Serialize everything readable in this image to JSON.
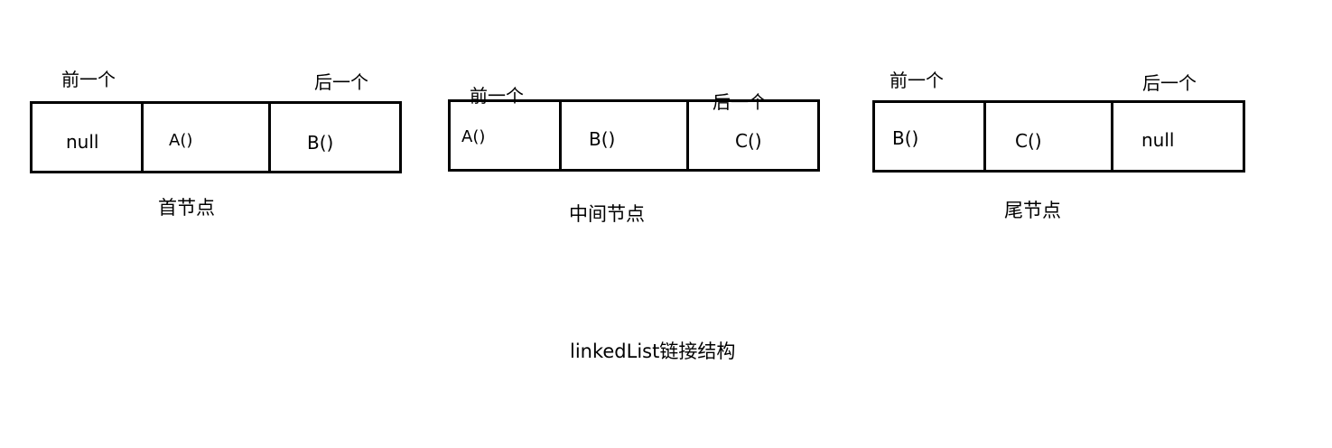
{
  "title": "linkedList链接结构",
  "nodes": [
    {
      "prev_label": "前一个",
      "next_label": "后一个",
      "cells": [
        "null",
        "A()",
        "B()"
      ],
      "caption": "首节点"
    },
    {
      "prev_label": "前一个",
      "next_label": "后一个",
      "cells": [
        "A()",
        "B()",
        "C()"
      ],
      "caption": "中间节点"
    },
    {
      "prev_label": "前一个",
      "next_label": "后一个",
      "cells": [
        "B()",
        "C()",
        "null"
      ],
      "caption": "尾节点"
    }
  ]
}
